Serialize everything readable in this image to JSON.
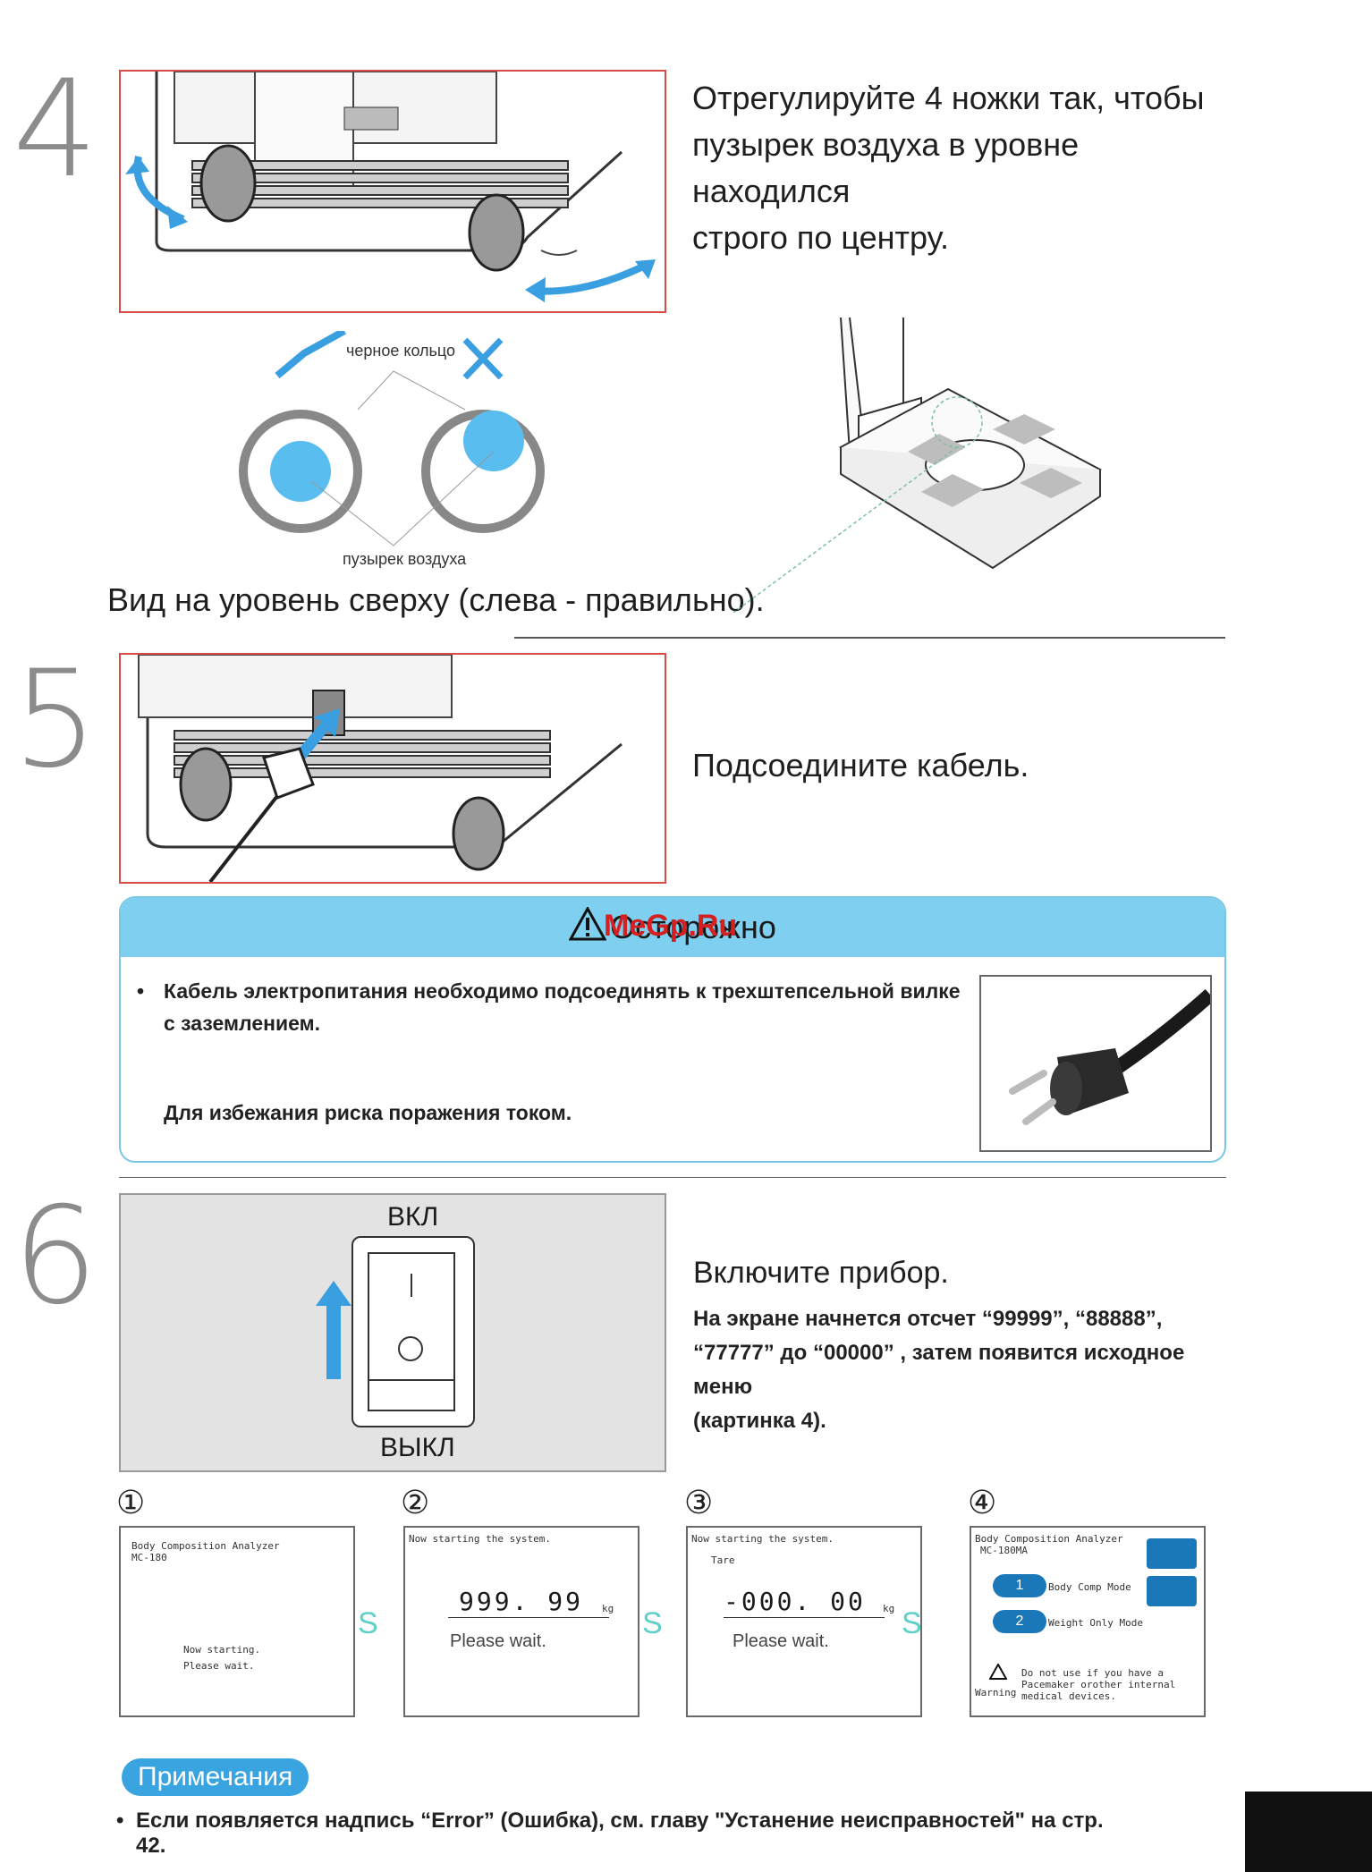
{
  "steps": {
    "s4": {
      "number": "4",
      "instruction_lines": [
        "Отрегулируйте 4 ножки так, чтобы",
        "пузырек воздуха в уровне находился",
        "строго по центру."
      ],
      "label_ring": "черное кольцо",
      "label_bubble": "пузырек воздуха",
      "caption": "Вид на уровень сверху (слева - правильно)."
    },
    "s5": {
      "number": "5",
      "instruction": "Подсоедините кабель."
    },
    "caution": {
      "title": "Осторожно",
      "watermark": "MeGp.Ru",
      "bullet": "•",
      "line1": "Кабель электропитания необходимо подсоединять к трехштепсельной вилке",
      "line2": "с заземлением.",
      "line3": "Для избежания риска поражения током."
    },
    "s6": {
      "number": "6",
      "on_label": "ВКЛ",
      "off_label": "ВЫКЛ",
      "title": "Включите прибор.",
      "desc_lines": [
        "На экране начнется отсчет “99999”, “88888”,",
        "“77777” до “00000” , затем появится исходное меню",
        "(картинка 4)."
      ]
    }
  },
  "screens": [
    {
      "num": "①",
      "l1": "Body Composition Analyzer",
      "l2": "MC-180",
      "l3": "Now starting.",
      "l4": "Please wait."
    },
    {
      "num": "②",
      "l1": "Now starting the system.",
      "value": "999. 99",
      "unit": "kg",
      "wait": "Please wait."
    },
    {
      "num": "③",
      "l1": "Now starting the system.",
      "l2": "Tare",
      "value": "-000. 00",
      "unit": "kg",
      "wait": "Please wait."
    },
    {
      "num": "④",
      "l1": "Body Composition Analyzer",
      "l2": "MC-180MA",
      "opt1": "Body Comp Mode",
      "opt2": "Weight Only Mode",
      "warn": "Warning",
      "warn_text": "Do not use if you have a Pacemaker orother internal medical devices."
    }
  ],
  "arrow_glyph": "S",
  "notes": {
    "label": "Примечания",
    "bullet": "•",
    "text": "Если появляется надпись “Error” (Ошибка), см. главу \"Устанение неисправностей\" на стр. 42."
  },
  "colors": {
    "bubble": "#59bdf0",
    "accent": "#3aa4e0",
    "check": "#3a9fe0"
  }
}
